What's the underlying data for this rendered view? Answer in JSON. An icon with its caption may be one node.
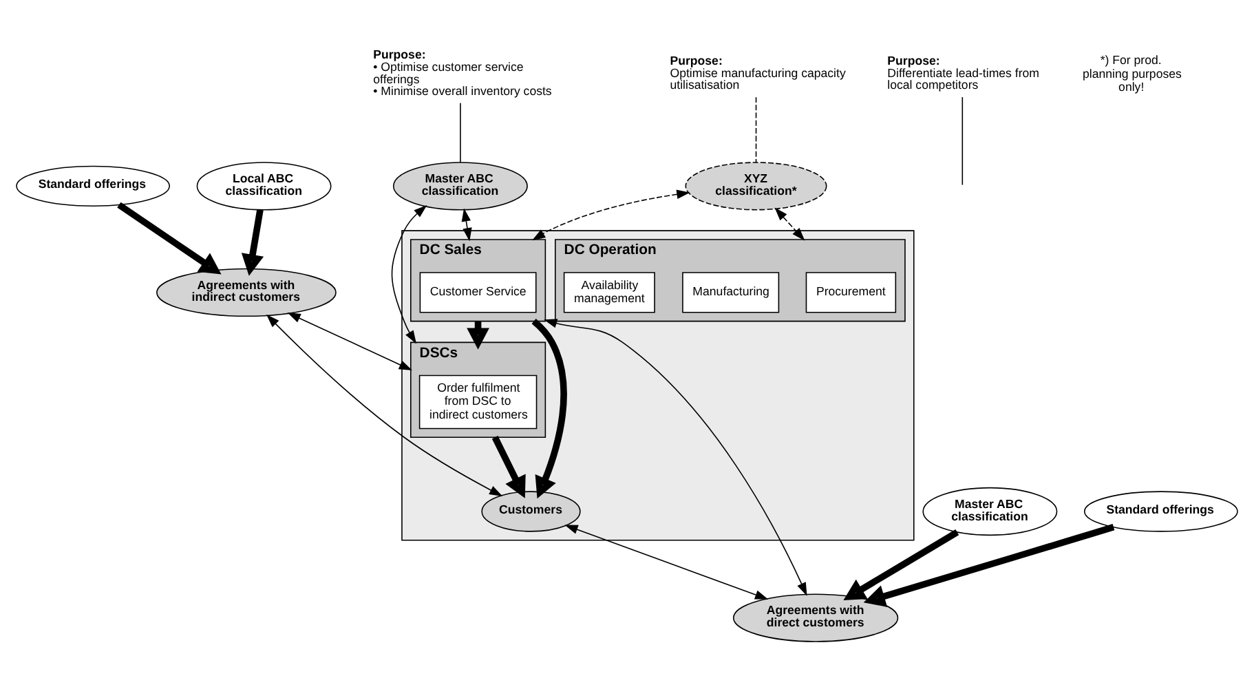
{
  "diagram": {
    "nodes": [
      {
        "text": [
          "Purpose:",
          "Optimise manufacturing capacity utilisatisation"
        ]
      },
      {
        "text": [
          "Purpose:",
          "• Optimise customer service offerings",
          "• Minimise overall inventory costs"
        ]
      },
      {
        "text": [
          "Purpose:",
          "Differentiate lead-times from local competitors"
        ]
      },
      {
        "text": [
          "XYZ classification*"
        ]
      },
      {
        "text": [
          "Master ABC classification"
        ]
      },
      {
        "text": [
          "Local ABC classification"
        ]
      },
      {
        "text": [
          "Standard offerings"
        ]
      },
      {
        "text": [
          "Agreements with indirect customers"
        ]
      },
      {
        "text": [],
        "shape": "box"
      },
      {
        "text": [
          "DC Operation"
        ],
        "in": 8
      },
      {
        "text": [
          "Procurement"
        ],
        "in": 9
      },
      {
        "text": [
          "Manufacturing"
        ],
        "in": 9
      },
      {
        "text": [
          "Availability management"
        ],
        "in": 9
      },
      {
        "text": [
          "DC Sales"
        ],
        "in": 8
      },
      {
        "text": [
          "Customer Service"
        ],
        "in": 13
      },
      {
        "text": [
          "DSCs"
        ],
        "in": 8
      },
      {
        "text": [
          "Order fulfilment from DSC to indirect customers"
        ],
        "in": 15
      },
      {
        "text": [
          "Customers"
        ],
        "in": 8
      },
      {
        "text": [
          "Master ABC classification"
        ]
      },
      {
        "text": [
          "Standard offerings"
        ]
      },
      {
        "text": [
          "Agreements with direct customers"
        ]
      }
    ],
    "edges": [
      {
        "from": 0,
        "to": 3,
        "arrow": "none",
        "style": "dashed"
      },
      {
        "from": 1,
        "to": 4,
        "arrow": "none"
      },
      {
        "from": 2,
        "to": null,
        "arrow": "none"
      },
      {
        "from": 5,
        "to": 7,
        "arrow": "to",
        "style": "thick"
      },
      {
        "from": 6,
        "to": 7,
        "arrow": "to",
        "style": "thick"
      },
      {
        "from": 3,
        "to": 9,
        "arrow": "both",
        "style": "dashed"
      },
      {
        "from": 3,
        "to": 13,
        "arrow": "both",
        "style": "dashed"
      },
      {
        "from": 4,
        "to": 13,
        "arrow": "both"
      },
      {
        "from": 4,
        "to": 15,
        "arrow": "both"
      },
      {
        "from": 7,
        "to": 15,
        "arrow": "both"
      },
      {
        "from": 7,
        "to": 17,
        "arrow": "both"
      },
      {
        "from": 13,
        "to": 15,
        "arrow": "to",
        "style": "thick"
      },
      {
        "from": 15,
        "to": 17,
        "arrow": "to",
        "style": "thick"
      },
      {
        "from": 13,
        "to": 17,
        "arrow": "to",
        "style": "thick"
      },
      {
        "from": 13,
        "to": 20,
        "arrow": "both"
      },
      {
        "from": 17,
        "to": 20,
        "arrow": "both"
      },
      {
        "from": 18,
        "to": 20,
        "arrow": "to",
        "style": "thick"
      },
      {
        "from": 19,
        "to": 20,
        "arrow": "to",
        "style": "thick"
      }
    ],
    "labels": [
      "*) For prod. planning purposes only!"
    ]
  }
}
